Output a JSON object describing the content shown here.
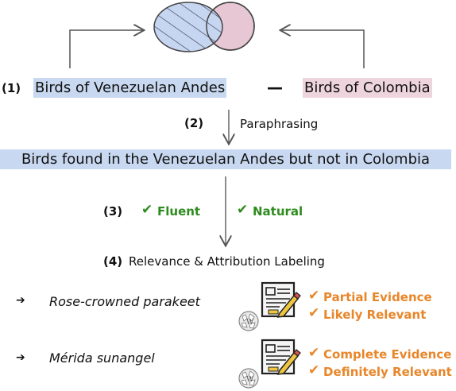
{
  "steps": {
    "step1": "(1)",
    "step2": "(2)",
    "step3": "(3)",
    "step4": "(4)"
  },
  "query": {
    "left": "Birds of Venezuelan Andes",
    "operator": "—",
    "right": "Birds of Colombia"
  },
  "paraphrase": {
    "label": "Paraphrasing",
    "result": "Birds found in the Venezuelan Andes but not in Colombia"
  },
  "checks": {
    "fluent": "Fluent",
    "natural": "Natural",
    "mark": "✔"
  },
  "labeling": {
    "title": "Relevance & Attribution Labeling"
  },
  "entities": [
    {
      "arrow": "➔",
      "name": "Rose-crowned parakeet",
      "evidence": "Partial Evidence",
      "relevance": "Likely Relevant"
    },
    {
      "arrow": "➔",
      "name": "Mérida sunangel",
      "evidence": "Complete Evidence",
      "relevance": "Definitely Relevant"
    }
  ],
  "colors": {
    "blue_highlight": "#c8d8f0",
    "pink_highlight": "#eed4dc",
    "green": "#2e8b1e",
    "orange": "#e8862a"
  },
  "icons": [
    "venn-diagram-icon",
    "document-pen-icon",
    "wikipedia-globe-icon",
    "checkmark-icon",
    "arrow-right-icon"
  ]
}
